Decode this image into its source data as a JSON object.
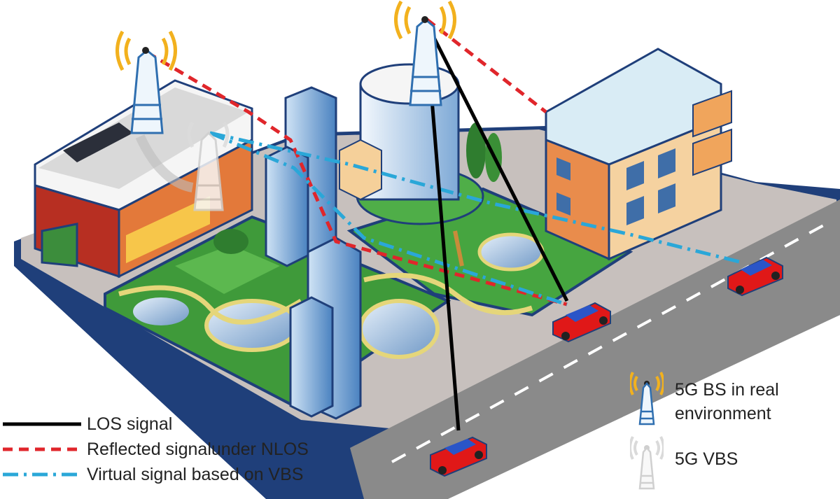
{
  "legend": {
    "los": "LOS signal",
    "reflected": "Reflected signalunder NLOS",
    "virtual": "Virtual signal based on VBS",
    "bs_real_line1": "5G BS in real",
    "bs_real_line2": "environment",
    "vbs": "5G VBS"
  },
  "colors": {
    "los": "#000000",
    "reflected": "#e0262b",
    "virtual": "#2aa7d8",
    "road": "#8a8a8a",
    "grass": "#3f9a3a",
    "car": "#e01818",
    "antenna_waves": "#f2b11e"
  },
  "icons": [
    "antenna-tower-icon",
    "virtual-antenna-icon",
    "car-icon",
    "tree-icon"
  ]
}
